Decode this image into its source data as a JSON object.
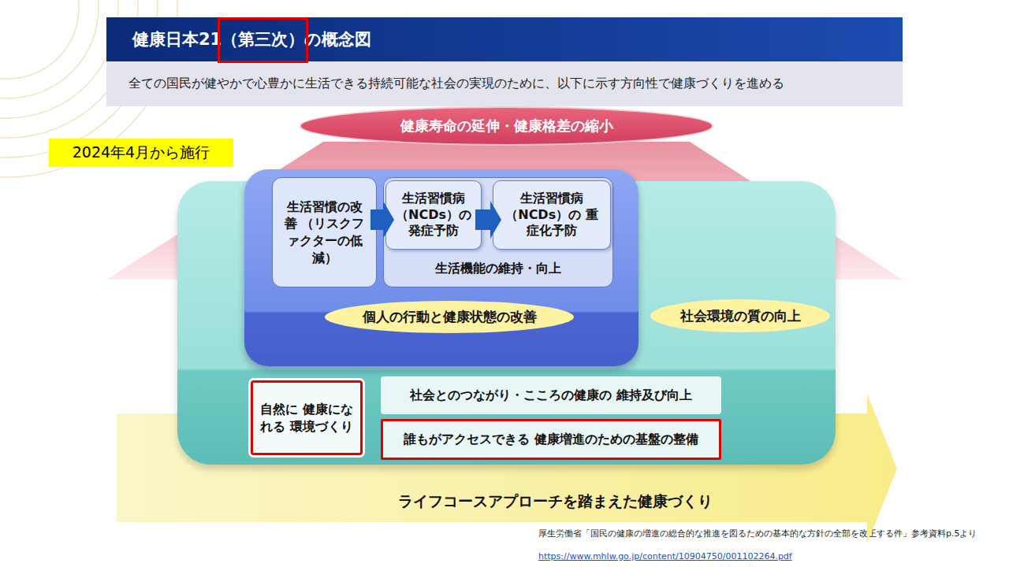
{
  "diagram": {
    "title": "健康日本21（第三次）の概念図",
    "caption": "厚生労働省「国民の健康の増進の総合的な推進を図るための基本的な方針の全部を改正する件」参考資料p.5より",
    "nodes": [
      {
        "text": [
          "健康寿命の延伸・健康格差の縮小"
        ]
      },
      {
        "text": [
          "社会環境の質の向上"
        ]
      },
      {
        "text": [
          "個人の行動と健康状態の改善"
        ],
        "in": 1
      },
      {
        "text": [
          "生活習慣の改善 （リスクファクターの低減）"
        ],
        "in": 2
      },
      {
        "text": [
          "生活機能の維持・向上"
        ],
        "in": 2
      },
      {
        "text": [
          "生活習慣病 （NCDs）の 発症予防"
        ],
        "in": 4
      },
      {
        "text": [
          "生活習慣病 （NCDs）の 重症化予防"
        ],
        "in": 4
      },
      {
        "text": [
          "自然に 健康になれる 環境づくり"
        ],
        "in": 1
      },
      {
        "text": [
          "社会とのつながり・こころの健康の 維持及び向上"
        ],
        "in": 1
      },
      {
        "text": [
          "誰もがアクセスできる 健康増進のための基盤の整備"
        ],
        "in": 1
      },
      {
        "text": [
          "ライフコースアプローチを踏まえた健康づくり"
        ]
      }
    ],
    "edges": [
      {
        "from": 3,
        "to": 5,
        "arrow": "to"
      },
      {
        "from": 5,
        "to": 6,
        "arrow": "to"
      }
    ],
    "labels": [
      "全ての国民が健やかで心豊かに生活できる持続可能な社会の実現のために、以下に示す方向性で健康づくりを進める",
      "2024年4月から施行",
      "https://www.mhlw.go.jp/content/10904750/001102264.pdf"
    ]
  }
}
